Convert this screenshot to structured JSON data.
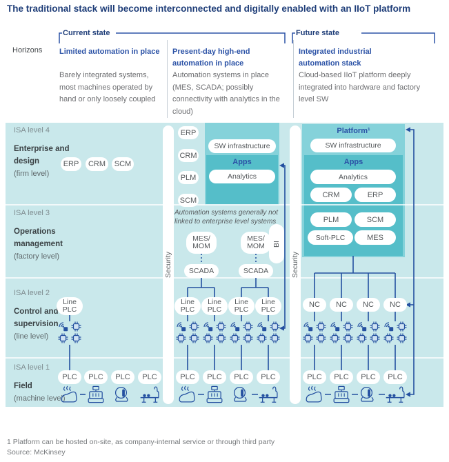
{
  "title": "The traditional stack will become interconnected and digitally enabled with an IIoT platform",
  "header": {
    "horizons": "Horizons",
    "current_state": "Current state",
    "future_state": "Future state",
    "columns": [
      {
        "heading": "Limited automation in place",
        "description": "Barely integrated systems, most machines operated by hand or only loosely coupled"
      },
      {
        "heading": "Present-day high-end automation in place",
        "description": "Automation systems in place (MES, SCADA; possibly connectivity with analytics in the cloud)"
      },
      {
        "heading": "Integrated industrial automation stack",
        "description": "Cloud-based IIoT platform deeply integrated into hardware and factory level SW"
      }
    ]
  },
  "rows": [
    {
      "isa": "ISA level 4",
      "name": "Enterprise and design",
      "scope": "(firm level)"
    },
    {
      "isa": "ISA level 3",
      "name": "Operations management",
      "scope": "(factory level)"
    },
    {
      "isa": "ISA level 2",
      "name": "Control and supervision",
      "scope": "(line level)"
    },
    {
      "isa": "ISA level 1",
      "name": "Field",
      "scope": "(machine level)"
    }
  ],
  "security": "Security",
  "bi": "BI",
  "current": {
    "enterprise_pills": [
      "ERP",
      "CRM",
      "SCM"
    ],
    "line_plc": "Line PLC",
    "plc_pills": [
      "PLC",
      "PLC",
      "PLC",
      "PLC"
    ]
  },
  "highend": {
    "stack_pills": [
      "ERP",
      "CRM",
      "PLM",
      "SCM"
    ],
    "sw_infrastructure": "SW infrastructure",
    "apps": "Apps",
    "analytics": "Analytics",
    "note": "Automation systems generally not linked to enterprise level systems",
    "mes_mom_pills": [
      "MES/ MOM",
      "MES/ MOM"
    ],
    "scada_pills": [
      "SCADA",
      "SCADA"
    ],
    "line_plc_pills": [
      "Line PLC",
      "Line PLC",
      "Line PLC",
      "Line PLC"
    ],
    "plc_pills": [
      "PLC",
      "PLC",
      "PLC",
      "PLC"
    ]
  },
  "future": {
    "platform": "Platform¹",
    "sw_infrastructure": "SW infrastructure",
    "apps": "Apps",
    "apps_pills": [
      "Analytics",
      "CRM",
      "ERP",
      "PLM",
      "SCM",
      "Soft-PLC",
      "MES"
    ],
    "nc_pills": [
      "NC",
      "NC",
      "NC",
      "NC"
    ],
    "plc_pills": [
      "PLC",
      "PLC",
      "PLC",
      "PLC"
    ]
  },
  "footnote": "1 Platform can be hosted on-site, as company-internal service or through third party",
  "source": "Source: McKinsey",
  "colors": {
    "panel": "#c9e8eb",
    "box": "#85d2da",
    "apps_box": "#55bec9",
    "line_blue": "#2450a0",
    "accent_blue": "#2b52a6",
    "navy": "#1e3d78"
  }
}
